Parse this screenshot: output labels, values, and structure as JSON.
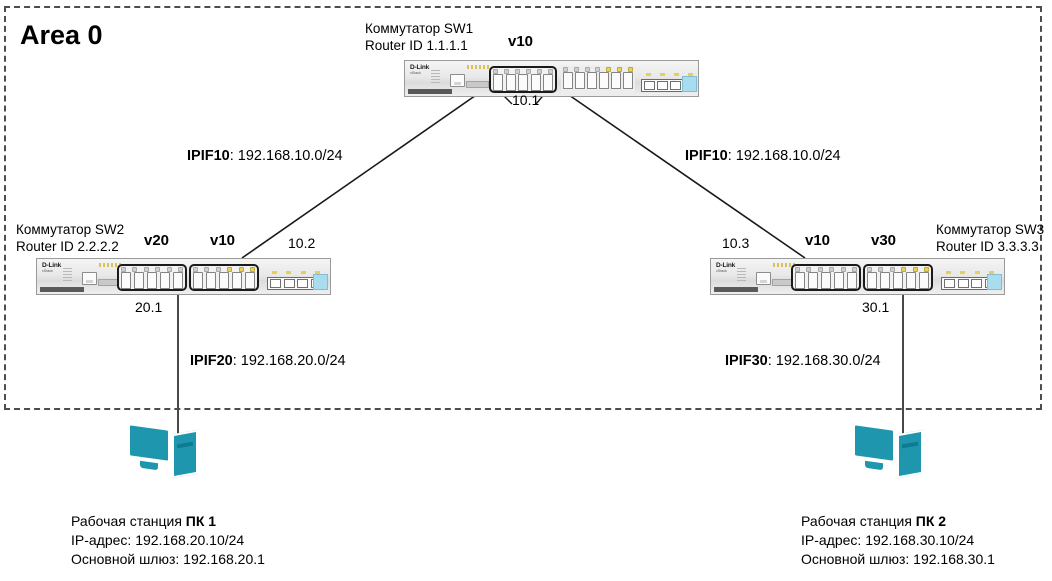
{
  "diagram": {
    "area_label": "Area 0",
    "switches": [
      {
        "id": "sw1",
        "title_line1": "Коммутатор SW1",
        "title_line2": "Router ID 1.1.1.1",
        "vlans": [
          "v10"
        ],
        "port_labels": [
          "10.1"
        ]
      },
      {
        "id": "sw2",
        "title_line1": "Коммутатор SW2",
        "title_line2": "Router ID 2.2.2.2",
        "vlans": [
          "v20",
          "v10"
        ],
        "port_labels": [
          "20.1",
          "10.2"
        ]
      },
      {
        "id": "sw3",
        "title_line1": "Коммутатор SW3",
        "title_line2": "Router ID 3.3.3.3",
        "vlans": [
          "v10",
          "v30"
        ],
        "port_labels": [
          "10.3",
          "30.1"
        ]
      }
    ],
    "links": [
      {
        "id": "ipif10-left",
        "name": "IPIF10",
        "subnet": "192.168.10.0/24"
      },
      {
        "id": "ipif10-right",
        "name": "IPIF10",
        "subnet": "192.168.10.0/24"
      },
      {
        "id": "ipif20",
        "name": "IPIF20",
        "subnet": "192.168.20.0/24"
      },
      {
        "id": "ipif30",
        "name": "IPIF30",
        "subnet": "192.168.30.0/24"
      }
    ],
    "workstations": [
      {
        "id": "pc1",
        "prefix": "Рабочая станция ",
        "name": "ПК 1",
        "ip_line": "IP-адрес: 192.168.20.10/24",
        "gw_line": "Основной шлюз: 192.168.20.1"
      },
      {
        "id": "pc2",
        "prefix": "Рабочая станция ",
        "name": "ПК 2",
        "ip_line": "IP-адрес: 192.168.30.10/24",
        "gw_line": "Основной шлюз: 192.168.30.1"
      }
    ],
    "device_brand": "D-Link",
    "device_sub": "xStack",
    "colors": {
      "line": "#1a1a1a",
      "area_border": "#4d4d4d",
      "pc_body": "#1e97ae",
      "device_panel": "#a8dcef",
      "text": "#000000"
    }
  }
}
